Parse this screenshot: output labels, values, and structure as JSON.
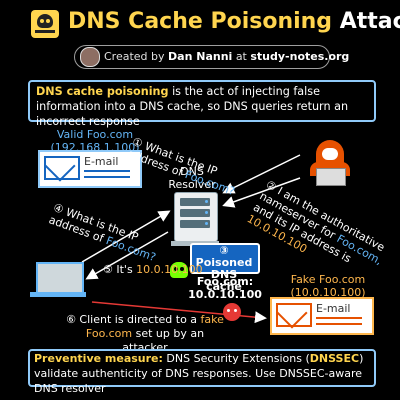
{
  "header": {
    "title_main": "DNS Cache Poisoning",
    "title_accent": "Attack",
    "credit_prefix": "Created by",
    "credit_author": "Dan Nanni",
    "credit_mid": "at",
    "credit_site": "study-notes.org"
  },
  "definition": {
    "term": "DNS cache poisoning",
    "text": " is the act of injecting false information into a DNS cache, so DNS queries return an incorrect response"
  },
  "valid_site": {
    "name": "Valid Foo.com",
    "ip": "(192.168.1.100)",
    "email_label": "E-mail"
  },
  "fake_site": {
    "name": "Fake Foo.com",
    "ip": "(10.0.10.100)",
    "email_label": "E-mail"
  },
  "resolver": {
    "label_line1": "DNS",
    "label_line2": "Resolver"
  },
  "steps": {
    "step1_line1": "① What is the IP",
    "step1_line2_pre": "address of ",
    "step1_domain": "Foo.com?",
    "step2_line1": "② I am the authoritative",
    "step2_line2_pre": "nameserver for ",
    "step2_domain": "Foo.com,",
    "step2_line3": "and its IP address is",
    "step2_ip": "10.0.10.100",
    "step3_line1": "③ Poisoned",
    "step3_line2": "DNS cache",
    "step3_domain_ip": "Foo.com: 10.0.10.100",
    "step4_line1": "④ What is the IP",
    "step4_line2_pre": "address of ",
    "step4_domain": "Foo.com?",
    "step5_pre": "⑤ It's ",
    "step5_ip": "10.0.10.100",
    "step6_pre": "⑥ Client is directed to a ",
    "step6_fake": "fake",
    "step6_domain": "Foo.com",
    "step6_post": " set up by an attacker"
  },
  "prevention": {
    "label": "Preventive measure:",
    "text1": " DNS Security Extensions (",
    "acronym": "DNSSEC",
    "text2": ") validate authenticity of DNS responses.  Use DNSSEC-aware DNS resolver"
  },
  "colors": {
    "accent_yellow": "#ffd54f",
    "blue": "#64b5f6",
    "orange": "#ffb74d",
    "attacker_orange": "#e65100",
    "box_border": "#90caf9"
  },
  "icons": [
    "skull-crossbones-icon",
    "author-avatar",
    "server-icon",
    "hacker-icon",
    "laptop-icon",
    "email-icon",
    "poison-skull-icon",
    "devil-face-icon"
  ]
}
